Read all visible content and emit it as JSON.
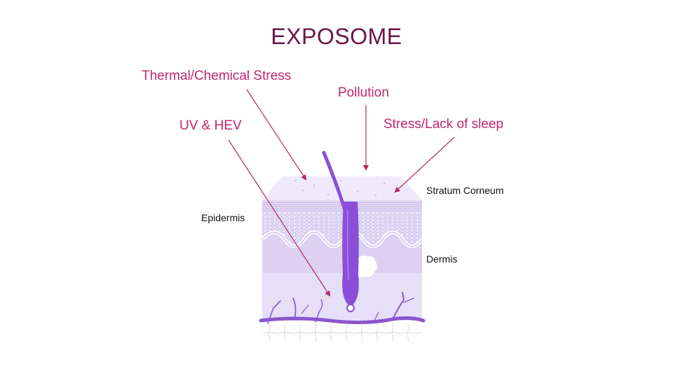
{
  "title": "EXPOSOME",
  "stressors": {
    "thermal": "Thermal/Chemical Stress",
    "pollution": "Pollution",
    "uv": "UV & HEV",
    "stress": "Stress/Lack of sleep"
  },
  "layers": {
    "stratum": "Stratum Corneum",
    "epidermis": "Epidermis",
    "dermis": "Dermis"
  },
  "colors": {
    "title": "#6b1547",
    "stressor_text": "#c0276d",
    "arrow": "#b5245f",
    "hair": "#8a4fd8",
    "skin_light": "#efeafb",
    "skin_mid": "#d8ccf1",
    "vessel": "#8a55cc"
  }
}
